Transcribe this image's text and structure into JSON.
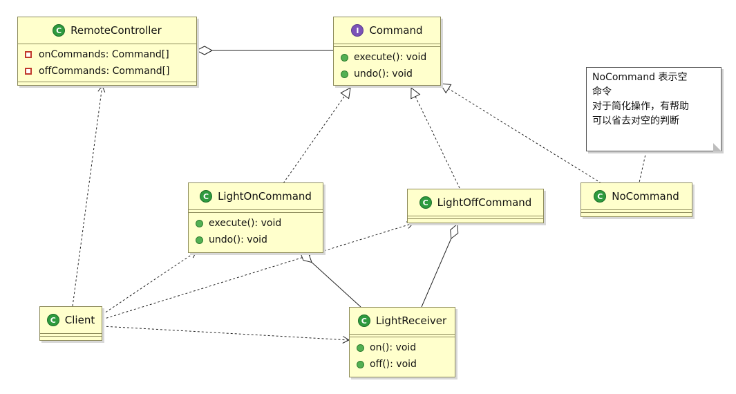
{
  "classes": {
    "remote_controller": {
      "name": "RemoteController",
      "attributes": [
        "onCommands: Command[]",
        "offCommands: Command[]"
      ]
    },
    "command": {
      "name": "Command",
      "operations": [
        "execute(): void",
        "undo(): void"
      ]
    },
    "light_on_command": {
      "name": "LightOnCommand",
      "operations": [
        "execute(): void",
        "undo(): void"
      ]
    },
    "light_off_command": {
      "name": "LightOffCommand"
    },
    "no_command": {
      "name": "NoCommand"
    },
    "client": {
      "name": "Client"
    },
    "light_receiver": {
      "name": "LightReceiver",
      "operations": [
        "on(): void",
        "off(): void"
      ]
    }
  },
  "note": {
    "lines": [
      "NoCommand 表示空",
      "命令",
      "对于简化操作，有帮助",
      "可以省去对空的判断"
    ]
  },
  "badges": {
    "class": "C",
    "interface": "I"
  },
  "colors": {
    "class_fill": "#ffffcc",
    "class_badge": "#2e9a3e",
    "interface_badge": "#7b52b8",
    "edge": "#222222"
  }
}
